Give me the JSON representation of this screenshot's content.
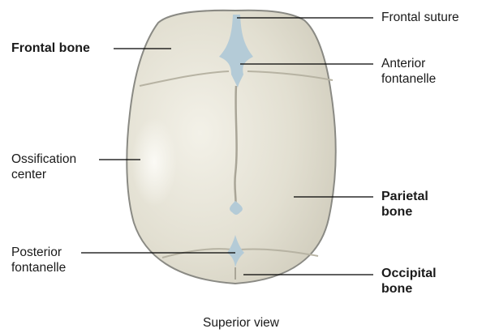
{
  "labels": {
    "frontal_bone": "Frontal bone",
    "ossification_center": "Ossification\ncenter",
    "posterior_fontanelle": "Posterior\nfontanelle",
    "frontal_suture": "Frontal suture",
    "anterior_fontanelle": "Anterior\nfontanelle",
    "parietal_bone": "Parietal\nbone",
    "occipital_bone": "Occipital\nbone"
  },
  "caption": "Superior view",
  "colors": {
    "bone": "#e3e0d2",
    "bone_shadow": "#cfcbbb",
    "outline": "#8a8a84",
    "fontanelle": "#b4cbd7",
    "leader": "#000000"
  }
}
